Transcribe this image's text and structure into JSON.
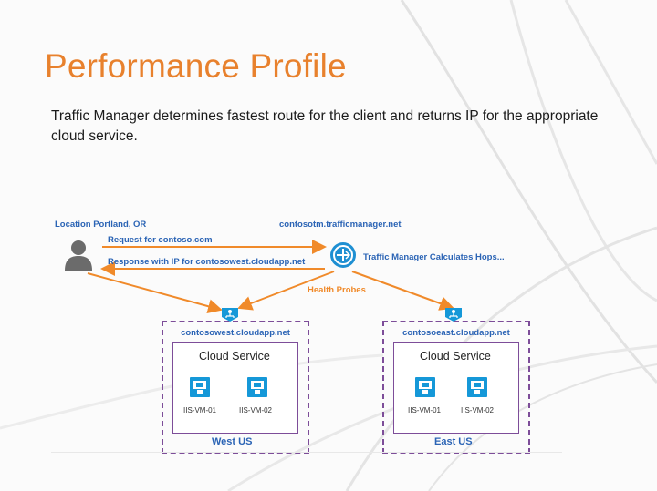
{
  "slide": {
    "title": "Performance Profile",
    "subtitle": "Traffic Manager determines fastest route for the client and returns IP for the appropriate cloud service."
  },
  "diagram": {
    "client_location": "Location Portland, OR",
    "tm_host": "contosotm.trafficmanager.net",
    "request_label": "Request for contoso.com",
    "response_label": "Response with IP for contosowest.cloudapp.net",
    "tm_calc_label": "Traffic Manager Calculates Hops...",
    "health_probes_label": "Health Probes",
    "regions": [
      {
        "host": "contosowest.cloudapp.net",
        "service_title": "Cloud Service",
        "vms": [
          "IIS-VM-01",
          "IIS-VM-02"
        ],
        "name": "West US"
      },
      {
        "host": "contosoeast.cloudapp.net",
        "service_title": "Cloud Service",
        "vms": [
          "IIS-VM-01",
          "IIS-VM-02"
        ],
        "name": "East US"
      }
    ]
  },
  "colors": {
    "title": "#e8812d",
    "arrow": "#f08a2a",
    "label_blue": "#2b64b5",
    "region_border": "#7d4d99",
    "vm_blue": "#1598d8"
  }
}
